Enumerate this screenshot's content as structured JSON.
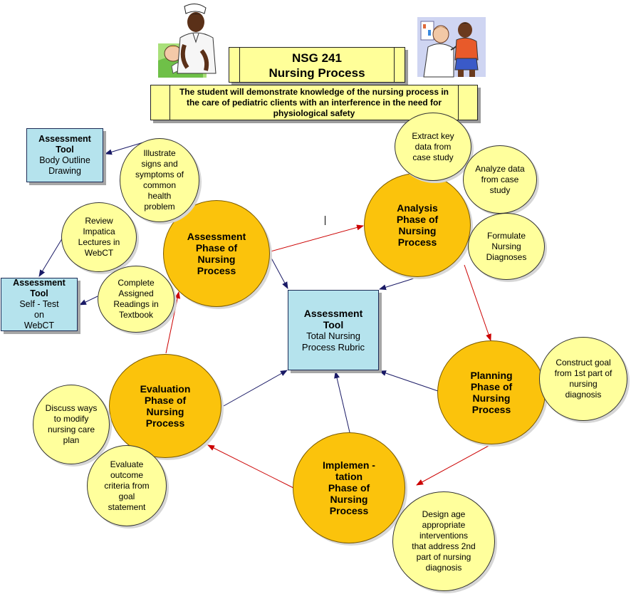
{
  "header": {
    "course_code": "NSG 241",
    "course_title": "Nursing Process",
    "objective": "The student will demonstrate knowledge of the nursing process in the care of pediatric clients with an interference in the need for physiological safety"
  },
  "phases": {
    "assessment": "Assessment Phase of Nursing Process",
    "analysis": "Analysis Phase of Nursing Process",
    "planning": "Planning Phase of Nursing Process",
    "implementation_line1": "Implemen - tation",
    "implementation_line2": "Phase of Nursing Process",
    "evaluation": "Evaluation Phase of Nursing Process"
  },
  "tools": {
    "body_outline": {
      "title": "Assessment Tool",
      "detail": "Body Outline Drawing"
    },
    "self_test": {
      "title": "Assessment Tool",
      "detail_line1": "Self - Test",
      "detail_line2": "on",
      "detail_line3": "WebCT"
    },
    "rubric": {
      "title": "Assessment Tool",
      "detail": "Total Nursing Process Rubric"
    }
  },
  "activities": {
    "illustrate_signs": "Illustrate signs and symptoms of common health problem",
    "review_impatica": "Review Impatica Lectures in WebCT",
    "complete_readings": "Complete Assigned Readings in Textbook",
    "extract_data": "Extract key data from case study",
    "analyze_data": "Analyze data from case study",
    "formulate_diagnoses": "Formulate Nursing Diagnoses",
    "construct_goal": "Construct goal from 1st part of nursing diagnosis",
    "design_interventions": "Design age appropriate interventions that address 2nd part of nursing diagnosis",
    "discuss_ways": "Discuss ways to modify nursing care plan",
    "evaluate_outcome": "Evaluate outcome criteria from goal statement"
  },
  "icons": {
    "left_clipart": "nurse-with-child-patient-icon",
    "right_clipart": "doctor-examining-child-icon"
  },
  "colors": {
    "phase_fill": "#fbc30c",
    "activity_fill": "#ffff9c",
    "tool_fill": "#b5e3ed",
    "banner_fill": "#ffff99",
    "cycle_arrow": "#cc0000",
    "link_arrow": "#1a1a66"
  }
}
